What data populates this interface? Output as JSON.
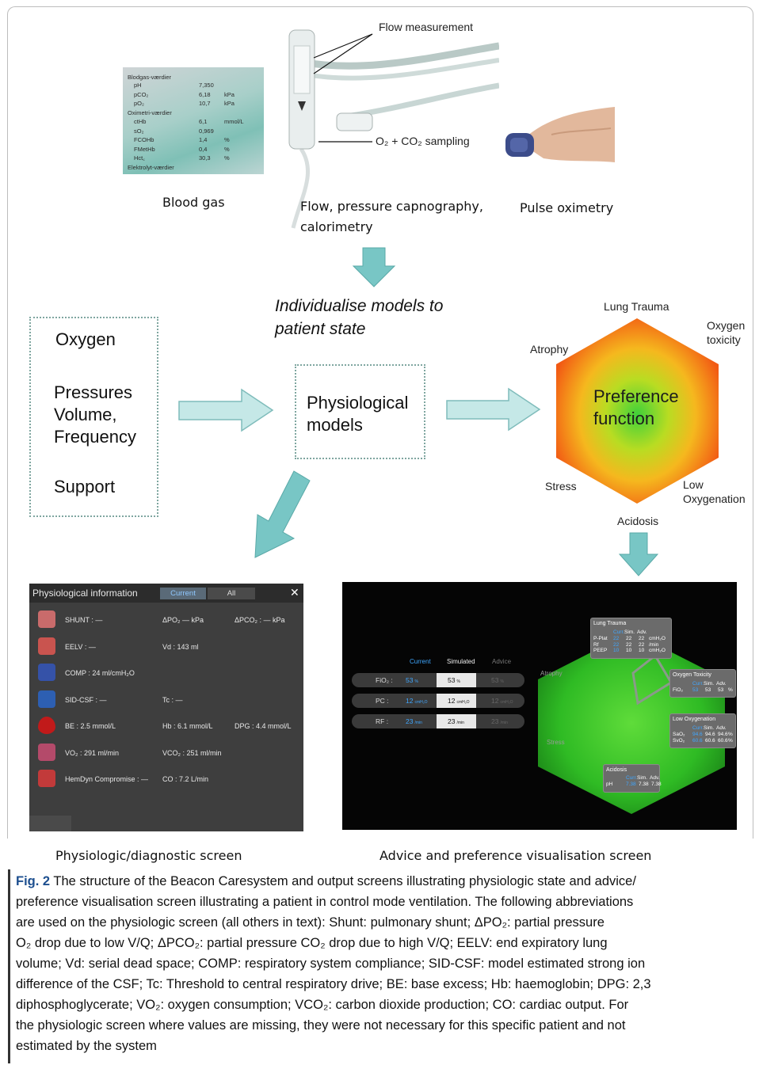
{
  "top": {
    "blood_gas_photo": {
      "title": "Blodgas-værdier",
      "rows": [
        {
          "label": "pH",
          "value": "7,350",
          "unit": ""
        },
        {
          "label": "pCO₂",
          "value": "6,18",
          "unit": "kPa"
        },
        {
          "label": "pO₂",
          "value": "10,7",
          "unit": "kPa"
        },
        {
          "label": "Oximetri-værdier",
          "value": "",
          "unit": ""
        },
        {
          "label": "ctHb",
          "value": "6,1",
          "unit": "mmol/L"
        },
        {
          "label": "sO₂",
          "value": "0,969",
          "unit": ""
        },
        {
          "label": "FCOHb",
          "value": "1,4",
          "unit": "%"
        },
        {
          "label": "FMetHb",
          "value": "0,4",
          "unit": "%"
        },
        {
          "label": "Hct꜀",
          "value": "30,3",
          "unit": "%"
        },
        {
          "label": "Elektrolyt-værdier",
          "value": "",
          "unit": ""
        }
      ]
    },
    "flow_measurement": "Flow measurement",
    "sampling": "O₂ + CO₂ sampling",
    "caption_blood_gas": "Blood gas",
    "caption_flow_line1": "Flow, pressure capnography,",
    "caption_flow_line2": "calorimetry",
    "caption_pulse": "Pulse oximetry"
  },
  "middle": {
    "individualise_line1": "Individualise models to",
    "individualise_line2": "patient state",
    "inputs": [
      "Oxygen",
      "Pressures",
      "Volume,",
      "Frequency",
      "Support"
    ],
    "models_line1": "Physiological",
    "models_line2": "models",
    "hexagon": {
      "center_line1": "Preference",
      "center_line2": "function",
      "lung_trauma": "Lung Trauma",
      "oxygen_toxicity_1": "Oxygen",
      "oxygen_toxicity_2": "toxicity",
      "atrophy": "Atrophy",
      "stress": "Stress",
      "low_oxygenation_1": "Low",
      "low_oxygenation_2": "Oxygenation",
      "acidosis": "Acidosis"
    },
    "colors": {
      "arrow": "#78c6c5",
      "arrow_border": "#5aa9a8",
      "box_border": "#7fa6a0"
    }
  },
  "phys_screen": {
    "title": "Physiological information",
    "tab_current": "Current",
    "tab_all": "All",
    "close": "✕",
    "rows": [
      {
        "icon": "lungs-icon",
        "c1": "SHUNT :  —",
        "c2": "ΔPO₂ —  kPa",
        "c3": "ΔPCO₂ : —  kPa"
      },
      {
        "icon": "lungs-volume-icon",
        "c1": "EELV : —",
        "c2": "Vd : 143 ml",
        "c3": ""
      },
      {
        "icon": "compliance-icon",
        "c1": "COMP : 24 ml/cmH₂O",
        "c2": "",
        "c3": ""
      },
      {
        "icon": "brain-icon",
        "c1": "SID-CSF : —",
        "c2": "Tc : —",
        "c3": ""
      },
      {
        "icon": "blood-drop-icon",
        "c1": "BE : 2.5 mmol/L",
        "c2": "Hb : 6.1 mmol/L",
        "c3": "DPG : 4.4 mmol/L"
      },
      {
        "icon": "metabolism-icon",
        "c1": "VO₂ : 291 ml/min",
        "c2": "VCO₂ : 251 ml/min",
        "c3": ""
      },
      {
        "icon": "heart-icon",
        "c1": "HemDyn Compromise : —",
        "c2": "CO : 7.2 L/min",
        "c3": ""
      }
    ]
  },
  "advice_screen": {
    "col_current": "Current",
    "col_simulated": "Simulated",
    "col_advice": "Advice",
    "rows": [
      {
        "label": "FiO₂ :",
        "current": "53",
        "current_unit": "%",
        "simulated": "53",
        "sim_unit": "%",
        "advice": "53",
        "adv_unit": "%"
      },
      {
        "label": "PC :",
        "current": "12",
        "current_unit": "cmH₂O",
        "simulated": "12",
        "sim_unit": "cmH₂O",
        "advice": "12",
        "adv_unit": "cmH₂O"
      },
      {
        "label": "RF :",
        "current": "23",
        "current_unit": "/min",
        "simulated": "23",
        "sim_unit": "/min",
        "advice": "23",
        "adv_unit": "/min"
      }
    ],
    "atrophy": "Atrophy",
    "stress": "Stress",
    "head_cur": "Curr.",
    "head_sim": "Sim.",
    "head_adv": "Adv.",
    "lung_trauma": {
      "title": "Lung Trauma",
      "rows": [
        {
          "k": "P-Plat",
          "c": "22",
          "s": "22",
          "a": "22",
          "u": "cmH₂O"
        },
        {
          "k": "Rf",
          "c": "22",
          "s": "22",
          "a": "22",
          "u": "/min"
        },
        {
          "k": "PEEP",
          "c": "10",
          "s": "10",
          "a": "10",
          "u": "cmH₂O"
        }
      ]
    },
    "oxygen_toxicity": {
      "title": "Oxygen Toxicity",
      "rows": [
        {
          "k": "FiO₂",
          "c": "53",
          "s": "53",
          "a": "53",
          "u": "%"
        }
      ]
    },
    "low_oxygenation": {
      "title": "Low Oxygenation",
      "rows": [
        {
          "k": "SaO₂",
          "c": "94.6",
          "s": "94.6",
          "a": "94.6",
          "u": "%"
        },
        {
          "k": "SvO₂",
          "c": "60.6",
          "s": "60.6",
          "a": "60.6",
          "u": "%"
        }
      ]
    },
    "acidosis": {
      "title": "Acidosis",
      "rows": [
        {
          "k": "pH",
          "c": "7.38",
          "s": "7.38",
          "a": "7.38",
          "u": ""
        }
      ]
    }
  },
  "screen_captions": {
    "left": "Physiologic/diagnostic screen",
    "right": "Advice and preference visualisation screen"
  },
  "figure_caption": {
    "label": "Fig. 2",
    "lines": [
      " The structure of the Beacon Caresystem and output screens illustrating physiologic state and advice/",
      "preference visualisation screen illustrating a patient in control mode ventilation. The following abbreviations",
      "are used on the physiologic screen (all others in text): Shunt: pulmonary shunt; ΔPO₂: partial pressure",
      "O₂ drop due to low V/Q; ΔPCO₂: partial pressure CO₂ drop due to high V/Q; EELV: end expiratory lung",
      "volume; Vd: serial dead space; COMP: respiratory system compliance; SID-CSF: model estimated strong ion",
      "difference of the CSF; Tc: Threshold to central respiratory drive; BE: base excess; Hb: haemoglobin; DPG: 2,3",
      "diphosphoglycerate; VO₂: oxygen consumption; VCO₂: carbon dioxide production; CO: cardiac output. For",
      "the physiologic screen where values are missing, they were not necessary for this specific patient and not",
      "estimated by the system"
    ]
  }
}
